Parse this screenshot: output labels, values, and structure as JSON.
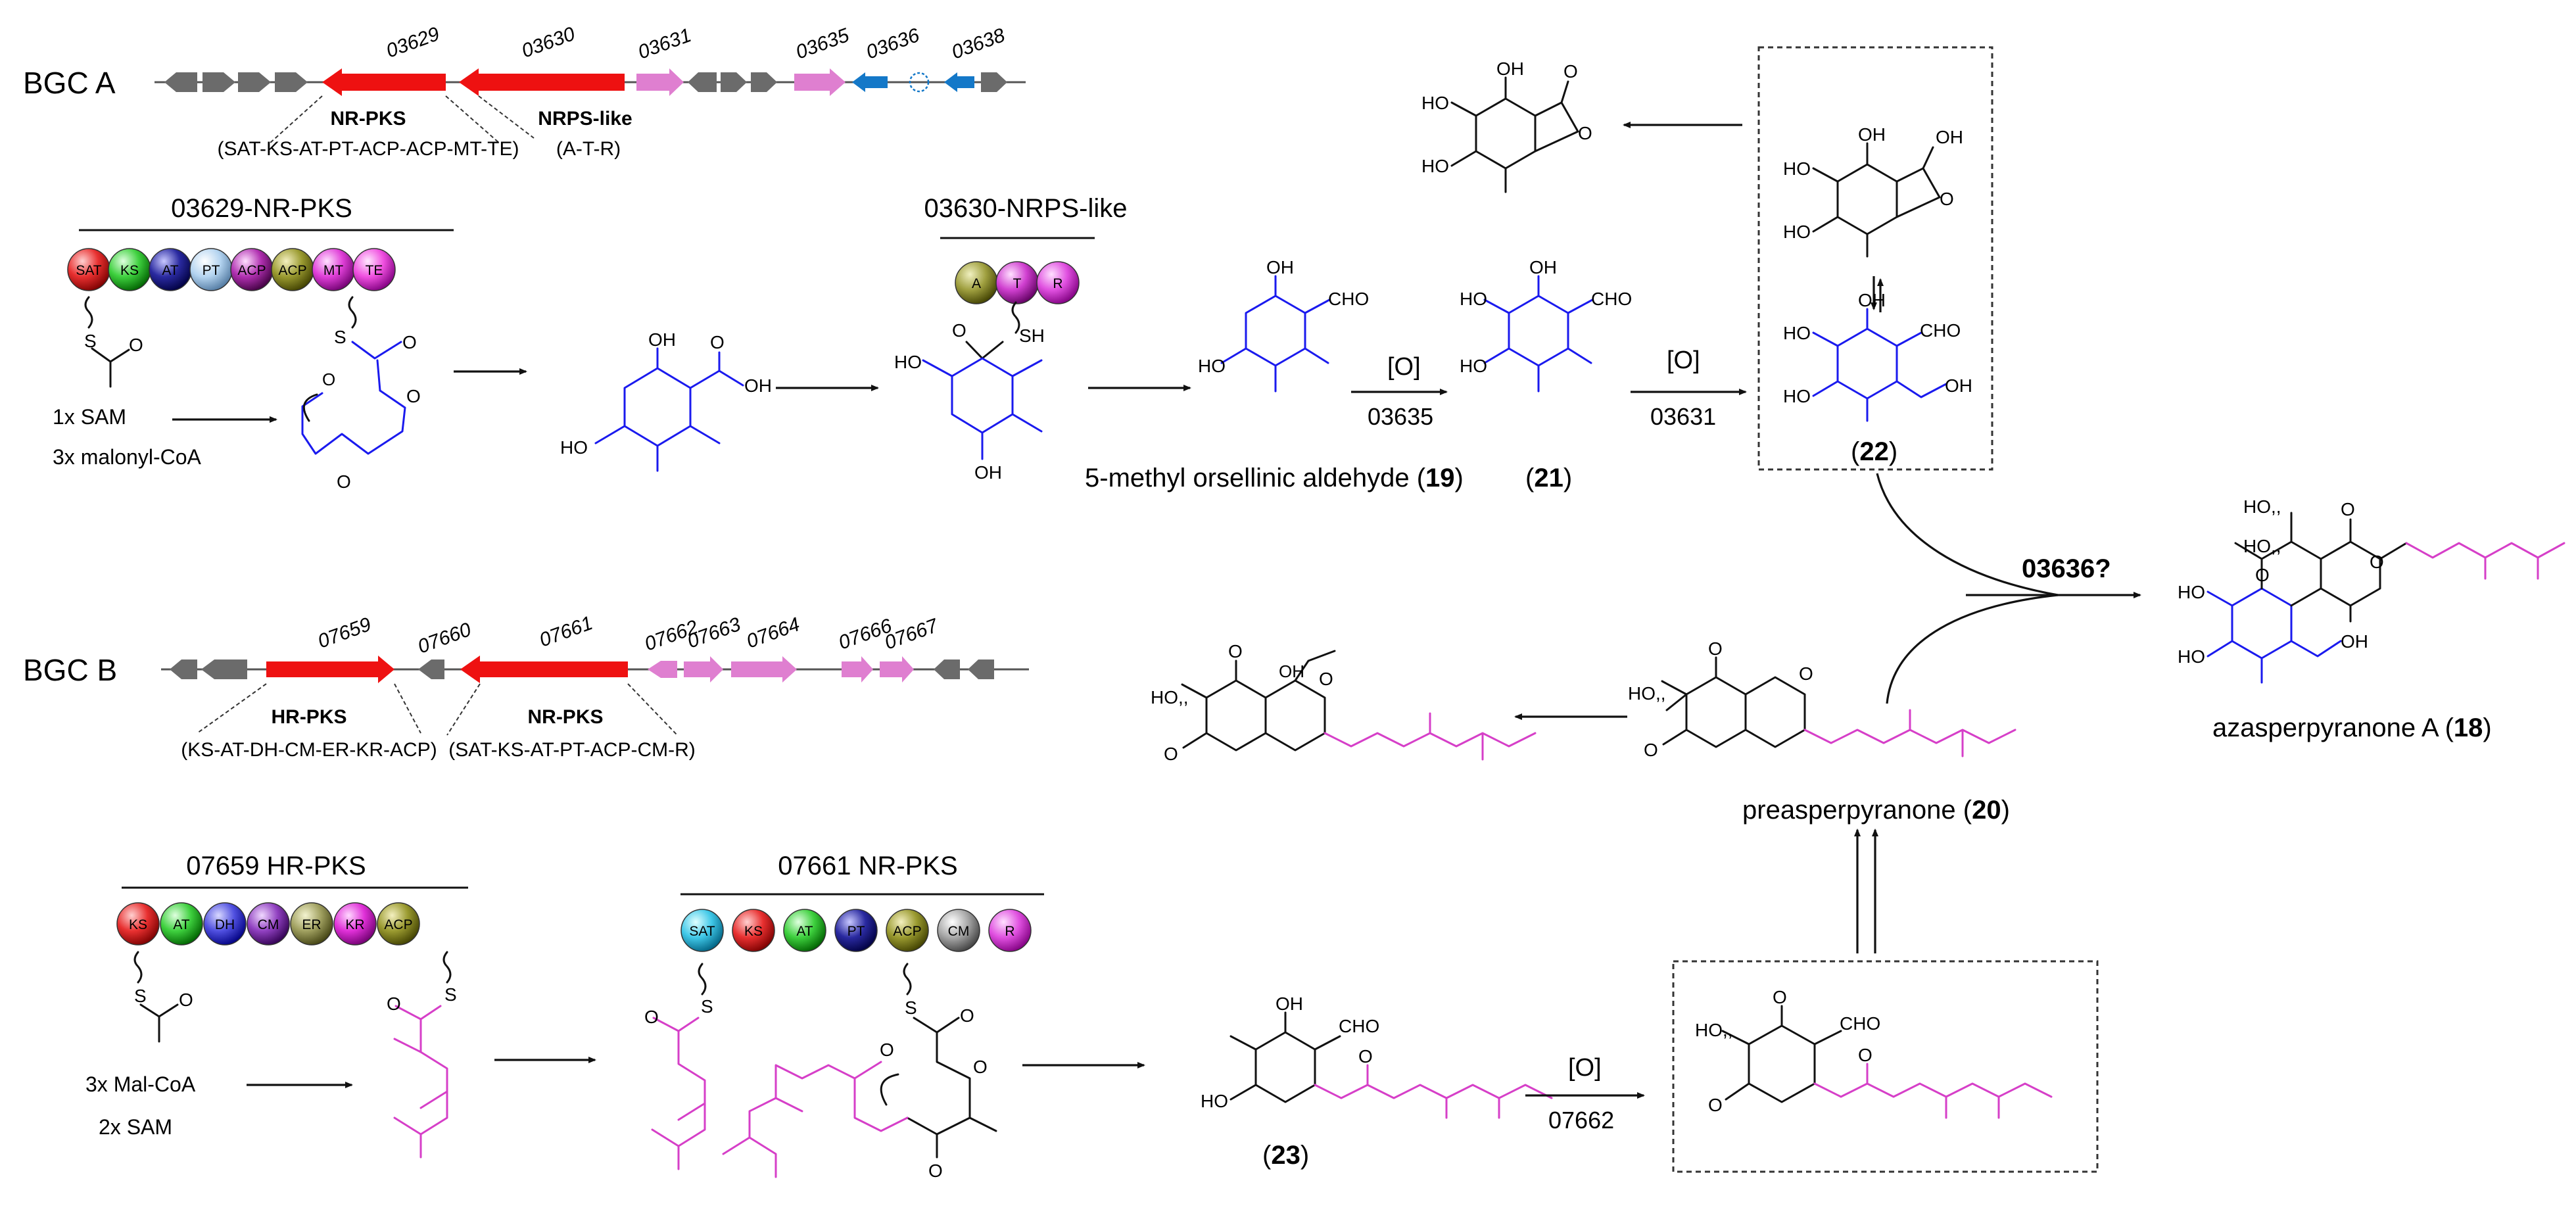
{
  "bgc_a": {
    "label": "BGC A",
    "genes": [
      "03629",
      "03630",
      "03631",
      "03635",
      "03636",
      "03638"
    ],
    "nrpks_name": "NR-PKS",
    "nrpks_domains": "(SAT-KS-AT-PT-ACP-ACP-MT-TE)",
    "nrps_name": "NRPS-like",
    "nrps_domains": "(A-T-R)"
  },
  "bgc_b": {
    "label": "BGC B",
    "genes": [
      "07659",
      "07660",
      "07661",
      "07662",
      "07663",
      "07664",
      "07666",
      "07667"
    ],
    "hrpks_name": "HR-PKS",
    "hrpks_domains": "(KS-AT-DH-CM-ER-KR-ACP)",
    "nrpks_name": "NR-PKS",
    "nrpks_domains": "(SAT-KS-AT-PT-ACP-CM-R)"
  },
  "enzymes": {
    "e03629": {
      "title": "03629-NR-PKS",
      "domains": [
        "SAT",
        "KS",
        "AT",
        "PT",
        "ACP",
        "ACP",
        "MT",
        "TE"
      ]
    },
    "e03630": {
      "title": "03630-NRPS-like",
      "domains": [
        "A",
        "T",
        "R"
      ]
    },
    "e07659": {
      "title": "07659 HR-PKS",
      "domains": [
        "KS",
        "AT",
        "DH",
        "CM",
        "ER",
        "KR",
        "ACP"
      ]
    },
    "e07661": {
      "title": "07661 NR-PKS",
      "domains": [
        "SAT",
        "KS",
        "AT",
        "PT",
        "ACP",
        "CM",
        "R"
      ]
    }
  },
  "substrates": {
    "a_sam": "1x SAM",
    "a_malonyl": "3x malonyl-CoA",
    "b_malcoa": "3x Mal-CoA",
    "b_sam": "2x SAM"
  },
  "atoms": {
    "O": "O",
    "OH": "OH",
    "HO": "HO",
    "SH": "SH",
    "S": "S",
    "CHO": "CHO",
    "HO_sub": "HO,,"
  },
  "compounds": {
    "c19_name": "5-methyl orsellinic aldehyde (",
    "c19_num": "19",
    "c21": "21",
    "c22": "22",
    "c23": "23",
    "c20_name": "preasperpyranone (",
    "c20_num": "20",
    "c18_name": "azasperpyranone A (",
    "c18_num": "18",
    "close": ")",
    "open": "("
  },
  "reactions": {
    "oxidant": "[O]",
    "g03635": "03635",
    "g03631": "03631",
    "g07662": "07662",
    "g03636": "03636?"
  },
  "colors": {
    "red_gene": "#ee1111",
    "pink_gene": "#df7fd0",
    "blue_gene": "#1478c8",
    "gray_gene": "#6b6b6b",
    "blue_struct": "#1a1aee",
    "magenta_struct": "#d63fc8"
  }
}
